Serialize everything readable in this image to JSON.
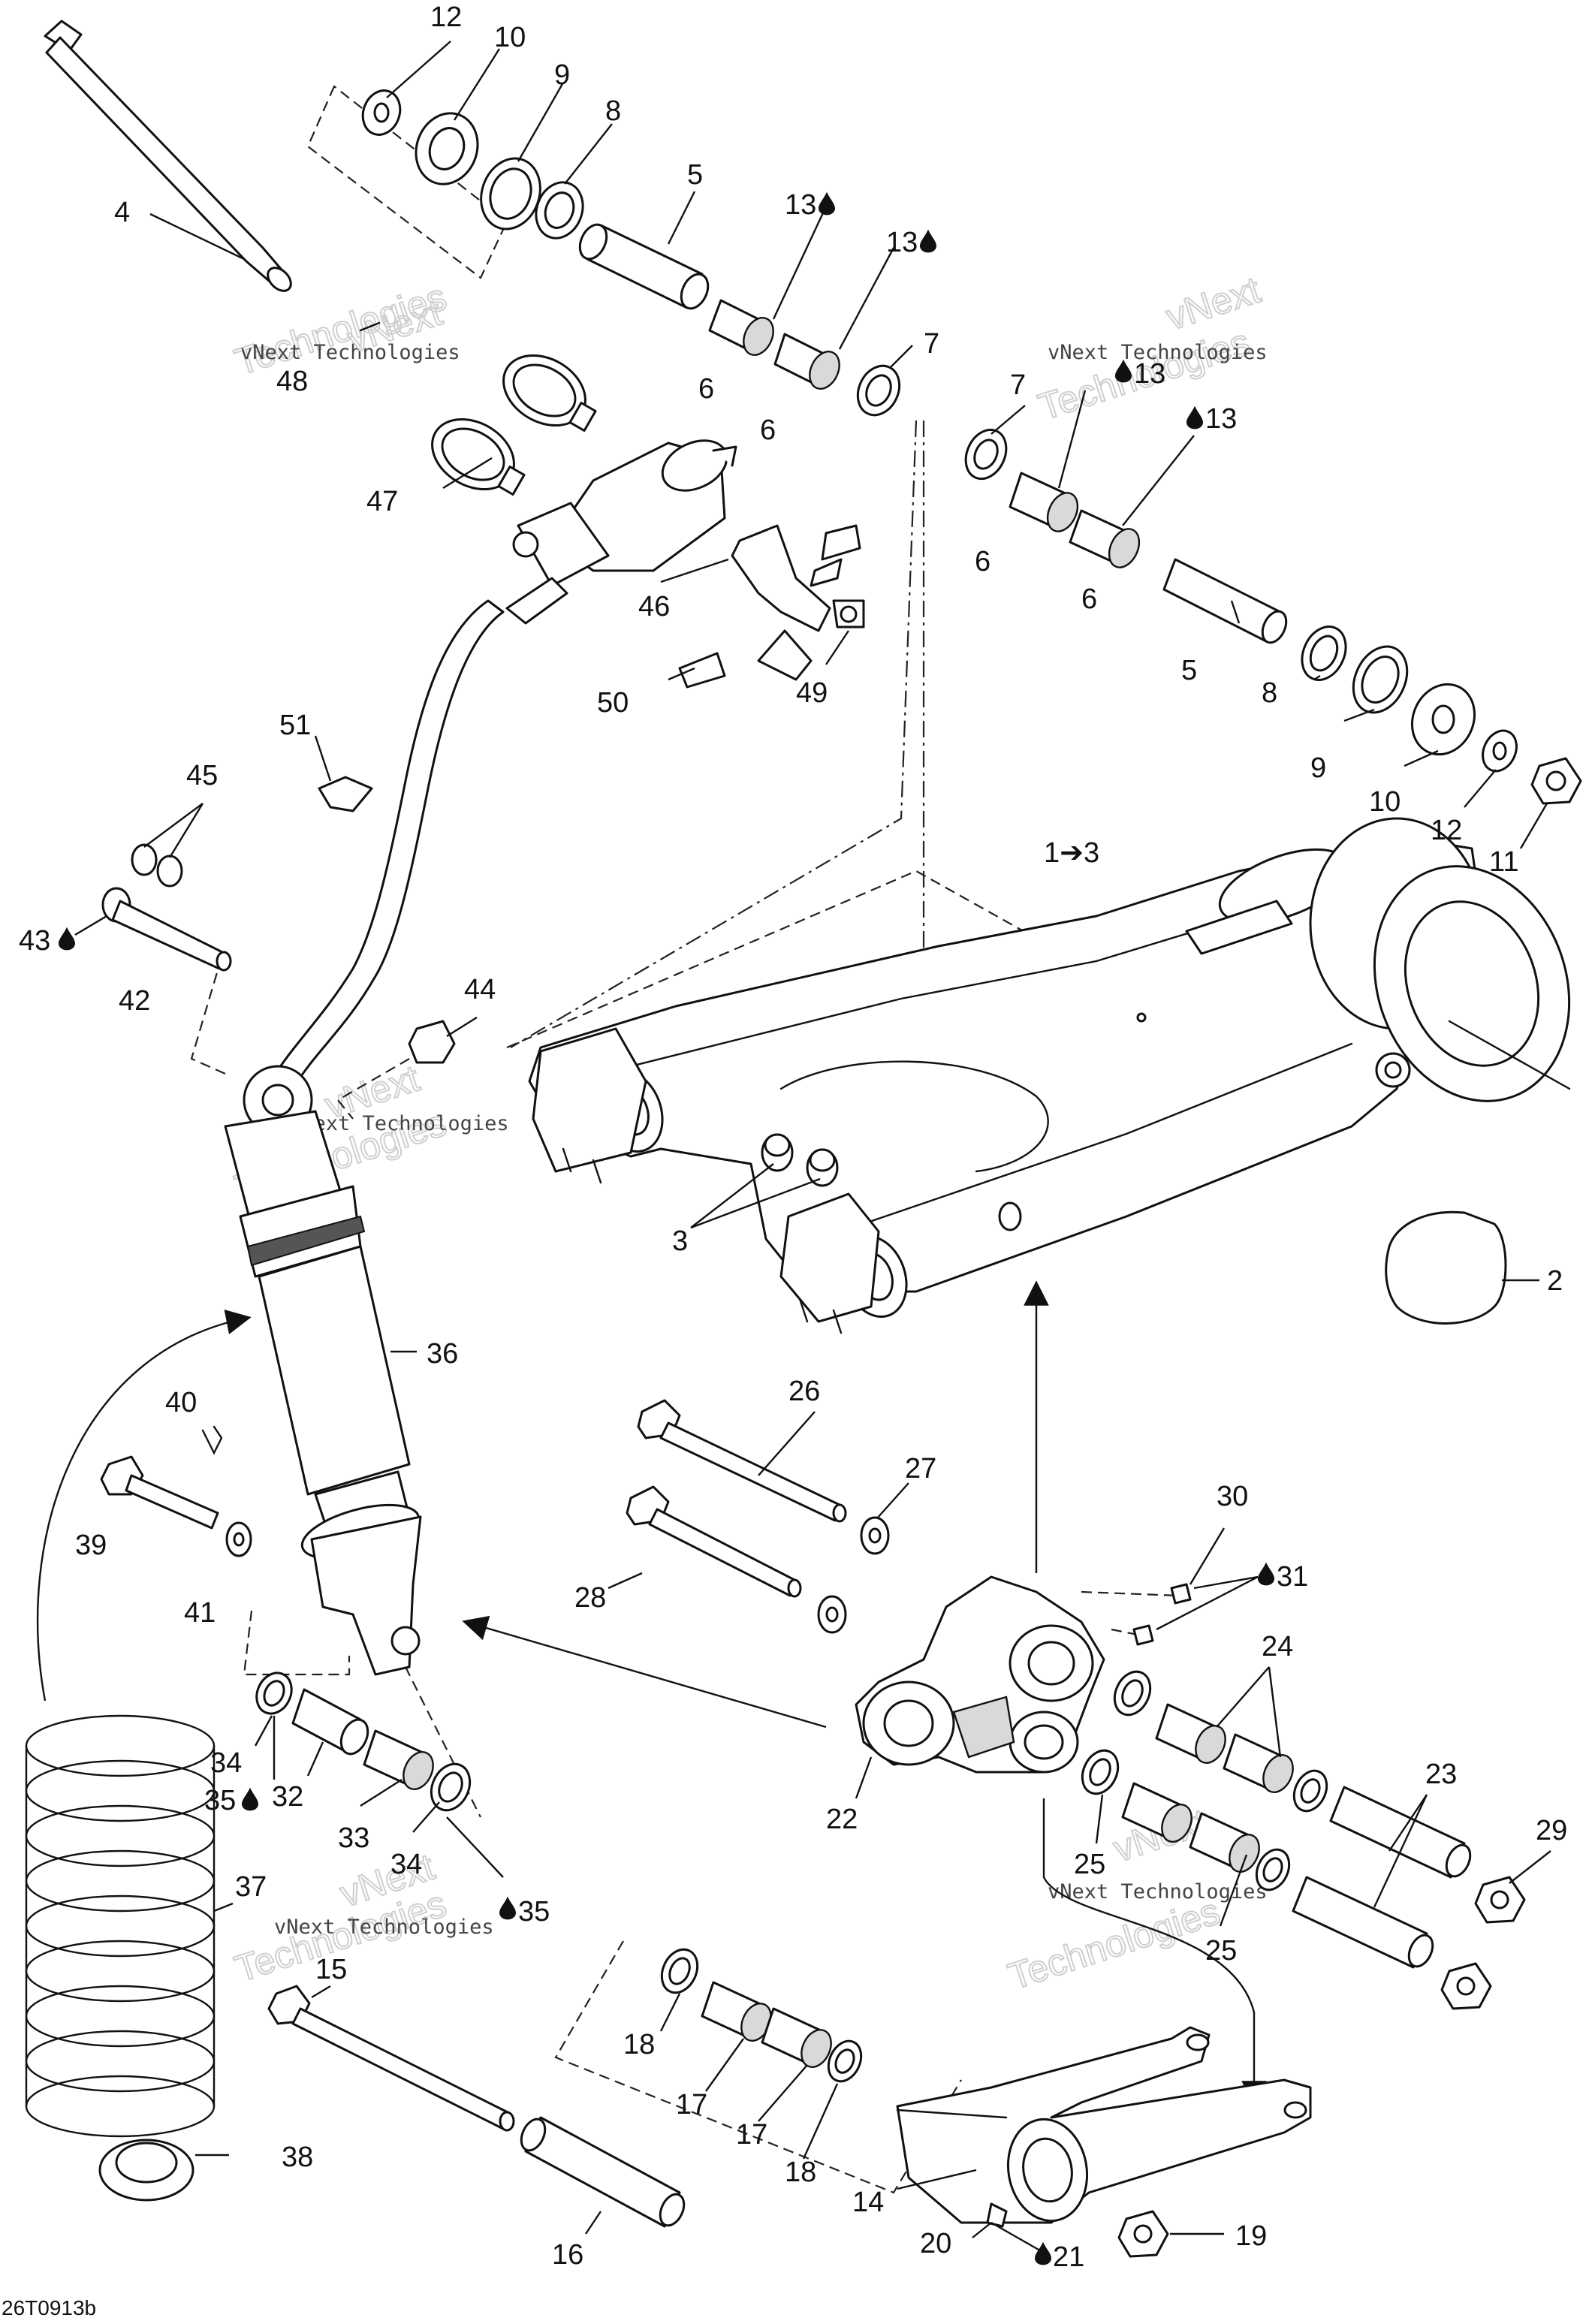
{
  "diagram_code": "26T0913b",
  "watermark": {
    "line1": "vNext Technologies",
    "line2": "vNext",
    "line3": "Technologies"
  },
  "labels": {
    "p1to3": "1➔3",
    "p2": "2",
    "p3": "3",
    "p4": "4",
    "p5a": "5",
    "p5b": "5",
    "p6a": "6",
    "p6b": "6",
    "p6c": "6",
    "p6d": "6",
    "p7a": "7",
    "p7b": "7",
    "p8a": "8",
    "p8b": "8",
    "p9a": "9",
    "p9b": "9",
    "p10a": "10",
    "p10b": "10",
    "p11": "11",
    "p12a": "12",
    "p12b": "12",
    "p13a": "13",
    "p13b": "13",
    "p13c": "13",
    "p13d": "13",
    "p14": "14",
    "p15": "15",
    "p16": "16",
    "p17a": "17",
    "p17b": "17",
    "p18a": "18",
    "p18b": "18",
    "p19": "19",
    "p20": "20",
    "p21": "21",
    "p22": "22",
    "p23": "23",
    "p24": "24",
    "p25a": "25",
    "p25b": "25",
    "p26": "26",
    "p27": "27",
    "p28": "28",
    "p29": "29",
    "p30": "30",
    "p31": "31",
    "p32": "32",
    "p33": "33",
    "p34a": "34",
    "p34b": "34",
    "p35a": "35",
    "p35b": "35",
    "p36": "36",
    "p37": "37",
    "p38": "38",
    "p39": "39",
    "p40": "40",
    "p41": "41",
    "p42": "42",
    "p43": "43",
    "p44": "44",
    "p45": "45",
    "p46": "46",
    "p47": "47",
    "p48": "48",
    "p49": "49",
    "p50": "50",
    "p51": "51"
  },
  "icons": {
    "lubricant": "oil-drop-icon"
  }
}
